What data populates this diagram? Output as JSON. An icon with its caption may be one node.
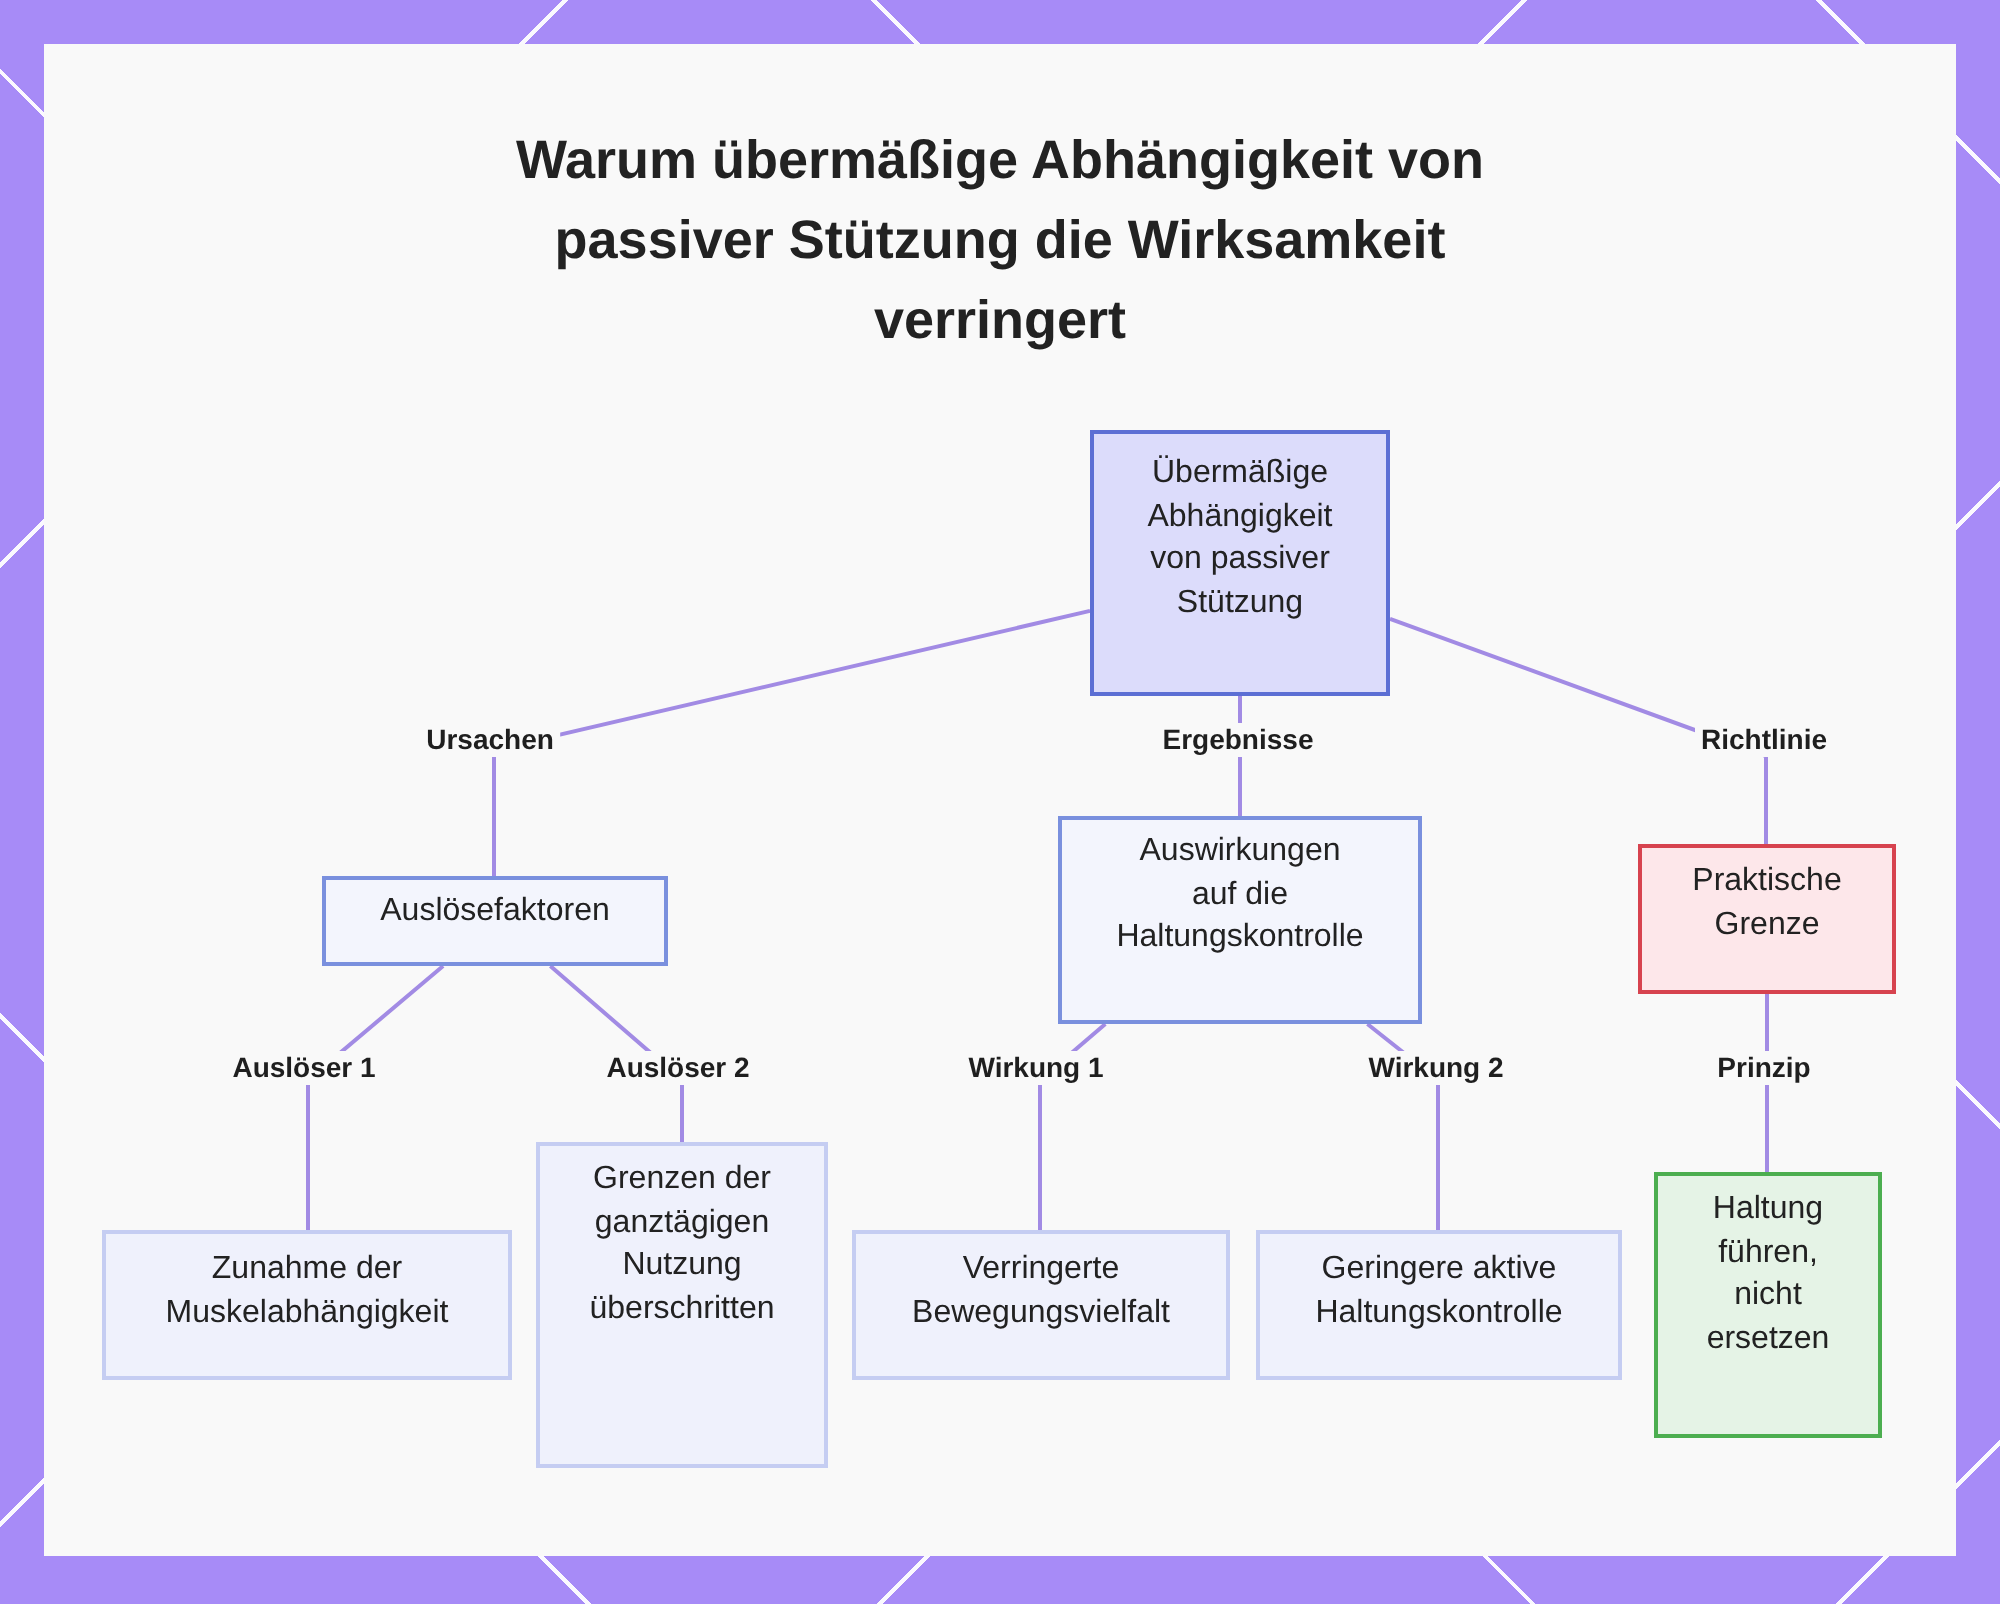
{
  "diagram": {
    "title": "Warum übermäßige Abhängigkeit von passiver Stützung die Wirksamkeit verringert",
    "nodes": [
      {
        "text": [
          "Übermäßige Abhängigkeit von passiver Stützung"
        ]
      },
      {
        "text": [
          "Auslösefaktoren"
        ]
      },
      {
        "text": [
          "Auswirkungen auf die Haltungskontrolle"
        ]
      },
      {
        "text": [
          "Praktische Grenze"
        ]
      },
      {
        "text": [
          "Zunahme der Muskelabhängigkeit"
        ]
      },
      {
        "text": [
          "Grenzen der ganztägigen Nutzung überschritten"
        ]
      },
      {
        "text": [
          "Verringerte Bewegungsvielfalt"
        ]
      },
      {
        "text": [
          "Geringere aktive Haltungskontrolle"
        ]
      },
      {
        "text": [
          "Haltung führen, nicht ersetzen"
        ]
      }
    ],
    "edges": [
      {
        "from": 0,
        "to": 1,
        "arrow": "none",
        "label": "Ursachen"
      },
      {
        "from": 0,
        "to": 2,
        "arrow": "none",
        "label": "Ergebnisse"
      },
      {
        "from": 0,
        "to": 3,
        "arrow": "none",
        "label": "Richtlinie"
      },
      {
        "from": 1,
        "to": 4,
        "arrow": "none",
        "label": "Auslöser 1"
      },
      {
        "from": 1,
        "to": 5,
        "arrow": "none",
        "label": "Auslöser 2"
      },
      {
        "from": 2,
        "to": 6,
        "arrow": "none",
        "label": "Wirkung 1"
      },
      {
        "from": 2,
        "to": 7,
        "arrow": "none",
        "label": "Wirkung 2"
      },
      {
        "from": 3,
        "to": 8,
        "arrow": "none",
        "label": "Prinzip"
      }
    ]
  }
}
